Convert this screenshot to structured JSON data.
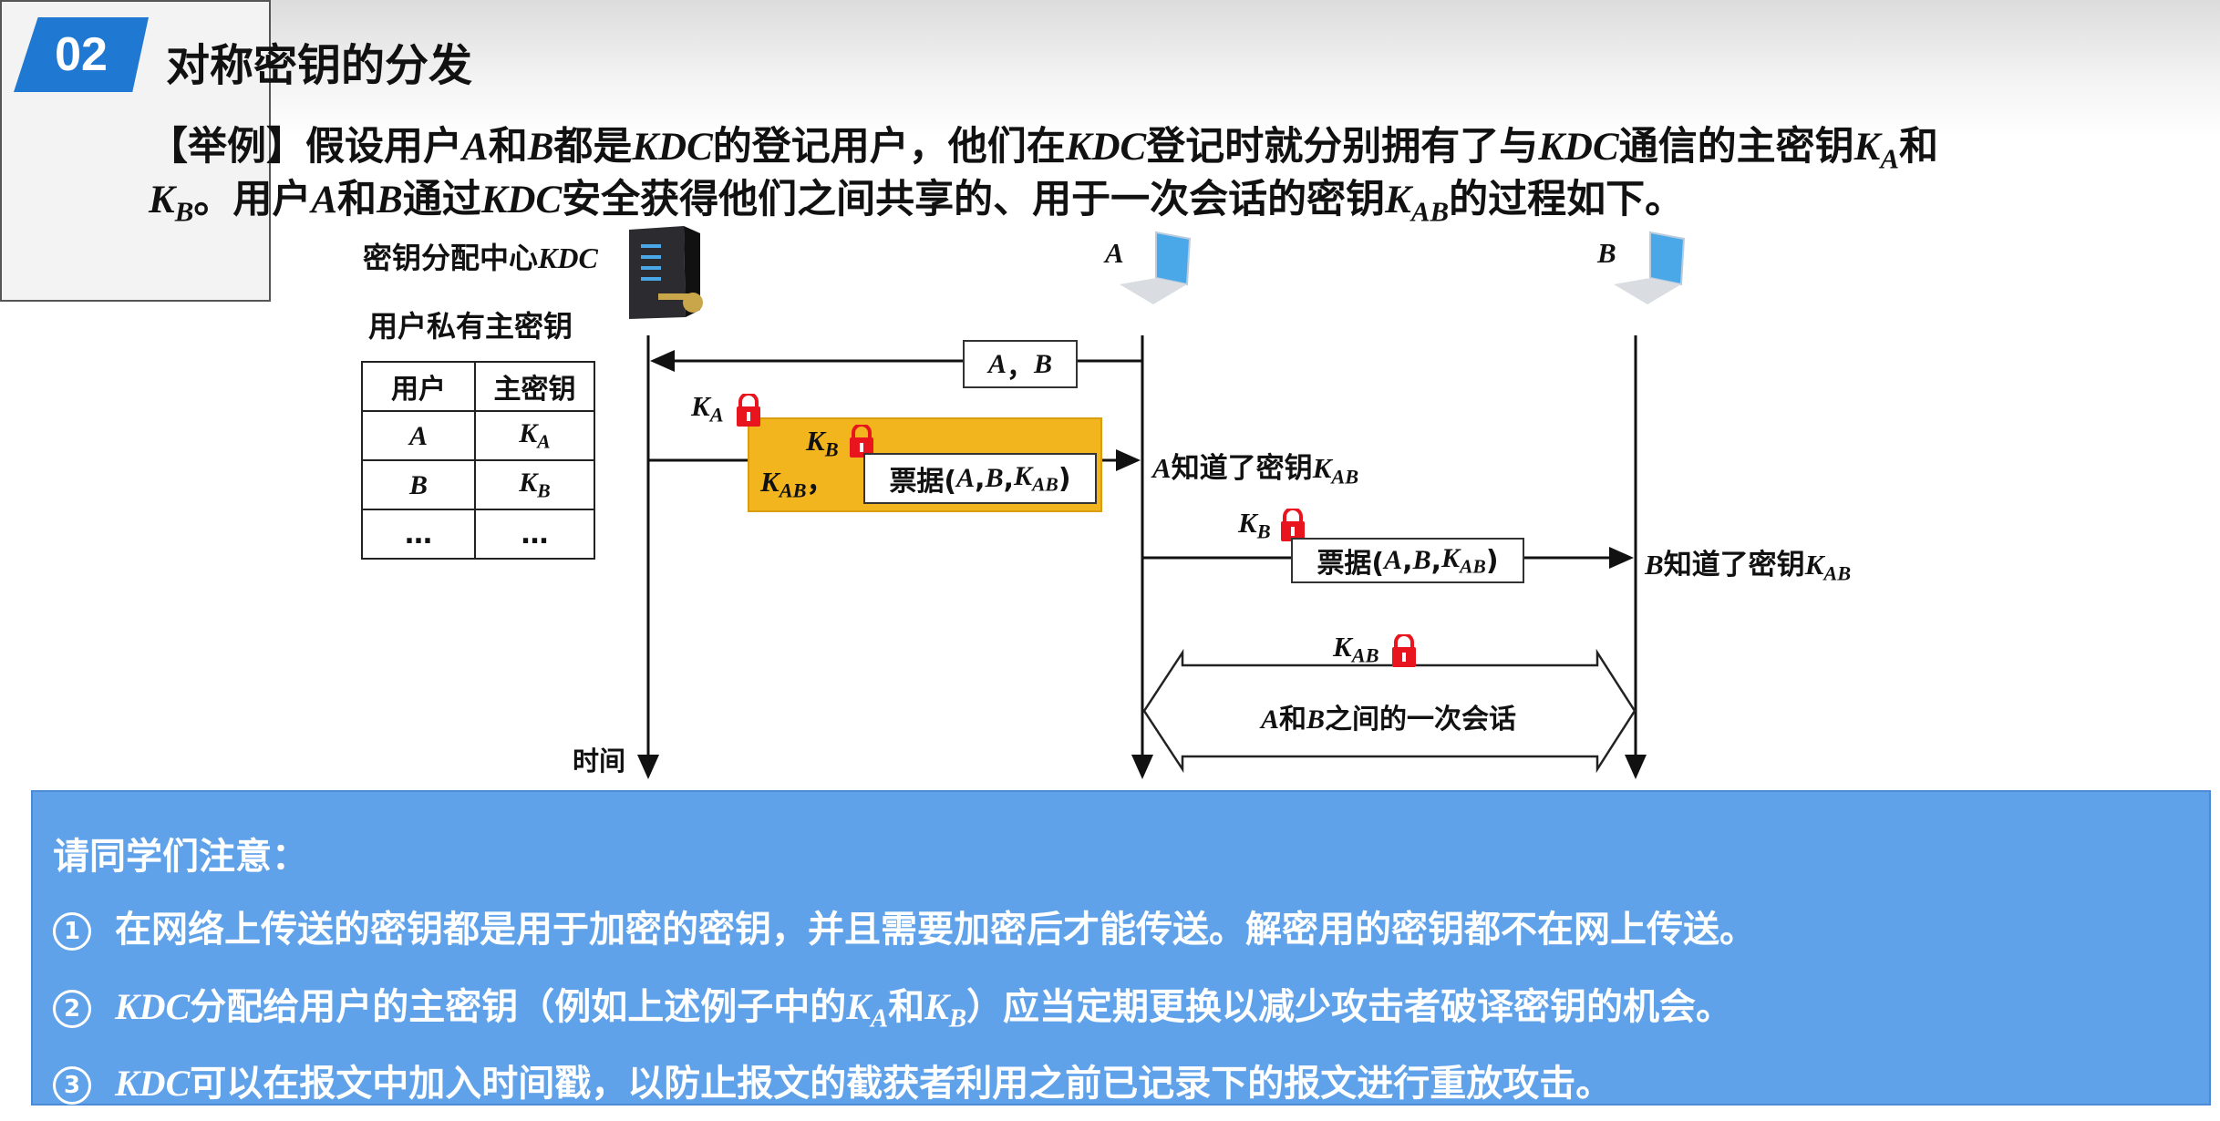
{
  "header": {
    "badge": "02",
    "title": "对称密钥的分发"
  },
  "intro": {
    "line1": [
      "【举例】假设用户",
      {
        "v": "A"
      },
      "和",
      {
        "v": "B"
      },
      "都是",
      {
        "v": "KDC"
      },
      "的登记用户，他们在",
      {
        "v": "KDC"
      },
      "登记时就分别拥有了与",
      {
        "v": "KDC"
      },
      "通信的主密钥",
      {
        "v": "K",
        "s": "A"
      },
      "和"
    ],
    "line2": [
      {
        "v": "K",
        "s": "B"
      },
      "。用户",
      {
        "v": "A"
      },
      "和",
      {
        "v": "B"
      },
      "通过",
      {
        "v": "KDC"
      },
      "安全获得他们之间共享的、用于一次会话的密钥",
      {
        "v": "K",
        "s": "AB"
      },
      "的过程如下。"
    ]
  },
  "diagram": {
    "kdc_label": [
      "密钥分配中心",
      {
        "v": "KDC"
      }
    ],
    "panel_title": "用户私有主密钥",
    "table": {
      "headers": [
        "用户",
        "主密钥"
      ],
      "rows": [
        [
          [
            {
              "v": "A"
            }
          ],
          [
            {
              "v": "K",
              "s": "A"
            }
          ]
        ],
        [
          [
            {
              "v": "B"
            }
          ],
          [
            {
              "v": "K",
              "s": "B"
            }
          ]
        ],
        [
          [
            "…"
          ],
          [
            "…"
          ]
        ]
      ]
    },
    "node_a": [
      {
        "v": "A"
      }
    ],
    "node_b": [
      {
        "v": "B"
      }
    ],
    "time_label": "时间",
    "msg1": [
      {
        "v": "A"
      },
      "，",
      {
        "v": "B"
      }
    ],
    "ka_lock": [
      {
        "v": "K",
        "s": "A"
      }
    ],
    "kb_lock_inner": [
      {
        "v": "K",
        "s": "B"
      }
    ],
    "kab_comma": [
      {
        "v": "K",
        "s": "AB"
      },
      "，"
    ],
    "ticket": [
      "票据(",
      {
        "v": "A"
      },
      ",",
      {
        "v": "B"
      },
      ",",
      {
        "v": "K",
        "s": "AB"
      },
      ")"
    ],
    "a_knows": [
      {
        "v": "A"
      },
      "知道了密钥",
      {
        "v": "K",
        "s": "AB"
      }
    ],
    "kb_lock": [
      {
        "v": "K",
        "s": "B"
      }
    ],
    "ticket2": [
      "票据(",
      {
        "v": "A"
      },
      ",",
      {
        "v": "B"
      },
      ",",
      {
        "v": "K",
        "s": "AB"
      },
      ")"
    ],
    "b_knows": [
      {
        "v": "B"
      },
      "知道了密钥",
      {
        "v": "K",
        "s": "AB"
      }
    ],
    "kab_lock": [
      {
        "v": "K",
        "s": "AB"
      }
    ],
    "session": [
      {
        "v": "A"
      },
      "和",
      {
        "v": "B"
      },
      "之间的一次会话"
    ]
  },
  "note": {
    "heading": "请同学们注意：",
    "items": [
      {
        "num": "1",
        "text": [
          "在网络上传送的密钥都是用于加密的密钥，并且需要加密后才能传送。解密用的密钥都不在网上传送。"
        ]
      },
      {
        "num": "2",
        "text": [
          {
            "v": "KDC"
          },
          "分配给用户的主密钥（例如上述例子中的",
          {
            "v": "K",
            "s": "A"
          },
          "和",
          {
            "v": "K",
            "s": "B"
          },
          "）应当定期更换以减少攻击者破译密钥的机会。"
        ]
      },
      {
        "num": "3",
        "text": [
          {
            "v": "KDC"
          },
          "可以在报文中加入时间戳，以防止报文的截获者利用之前已记录下的报文进行重放攻击。"
        ]
      }
    ]
  },
  "colors": {
    "badge": "#1f78d1",
    "orange": "#f2b51e",
    "lock": "#e8141e",
    "note_bg": "#5fa2ea"
  }
}
